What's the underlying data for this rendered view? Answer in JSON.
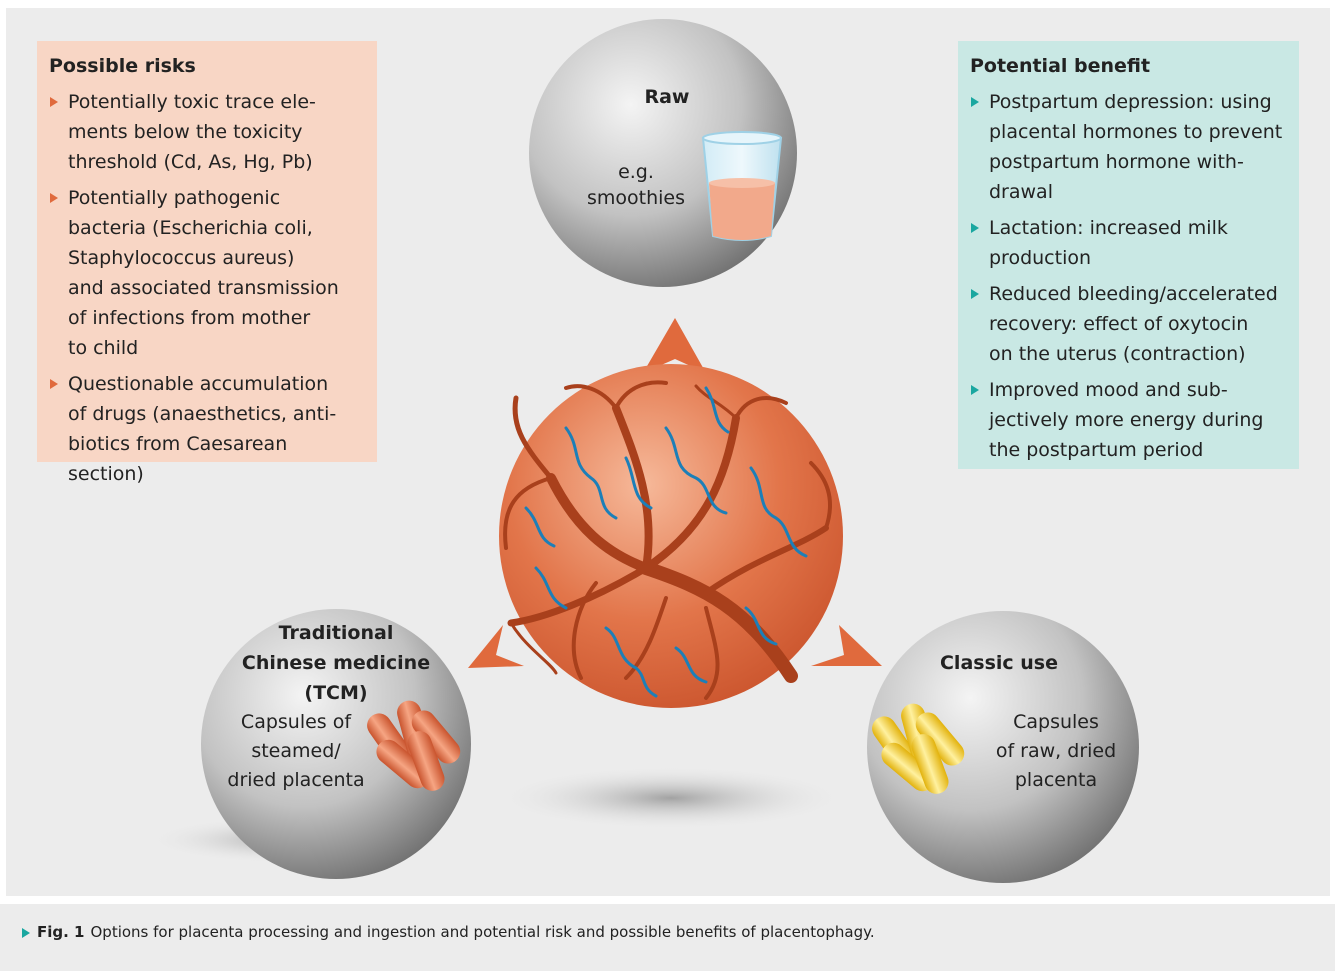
{
  "risks": {
    "title": "Possible risks",
    "items": [
      [
        "Potentially toxic trace ele-",
        "ments below the toxicity",
        "threshold (Cd, As, Hg, Pb)"
      ],
      [
        "Potentially pathogenic",
        "bacteria (Escherichia coli,",
        "Staphylococcus aureus)",
        "and associated transmission",
        "of infections from mother",
        "to child"
      ],
      [
        "Questionable accumulation",
        "of drugs (anaesthetics, anti-",
        "biotics from Caesarean section)"
      ]
    ]
  },
  "benefits": {
    "title": "Potential benefit",
    "items": [
      [
        "Postpartum depression: using",
        "placental hormones to prevent",
        "postpartum hormone with-",
        "drawal"
      ],
      [
        "Lactation: increased milk",
        "production"
      ],
      [
        "Reduced bleeding/accelerated",
        "recovery: effect of oxytocin",
        "on the uterus (contraction)"
      ],
      [
        "Improved mood and sub-",
        "jectively more energy during",
        "the postpartum period"
      ]
    ]
  },
  "raw": {
    "title": "Raw",
    "desc_line1": "e.g.",
    "desc_line2": "smoothies"
  },
  "tcm": {
    "title_line1": "Traditional",
    "title_line2": "Chinese medicine",
    "title_line3": "(TCM)",
    "desc_line1": "Capsules of",
    "desc_line2": "steamed/",
    "desc_line3": "dried placenta"
  },
  "classic": {
    "title": "Classic use",
    "desc_line1": "Capsules",
    "desc_line2": "of raw, dried",
    "desc_line3": "placenta"
  },
  "caption": {
    "label": "Fig. 1",
    "text": "Options for placenta processing and ingestion and potential risk and possible benefits of placentophagy."
  },
  "colors": {
    "risk_bg": "#f8d6c5",
    "benefit_bg": "#c9e8e4",
    "accent_orange": "#e06a3d",
    "accent_teal": "#1aa7a0",
    "sphere_grey": "#b5b5b5",
    "capsule_yellow": "#f5d23a",
    "vein_blue": "#1c7fb8"
  },
  "icons": [
    "glass-icon",
    "capsules-orange-icon",
    "capsules-yellow-icon",
    "placenta-illustration",
    "arrow-up-icon",
    "arrow-left-icon",
    "arrow-right-icon"
  ]
}
